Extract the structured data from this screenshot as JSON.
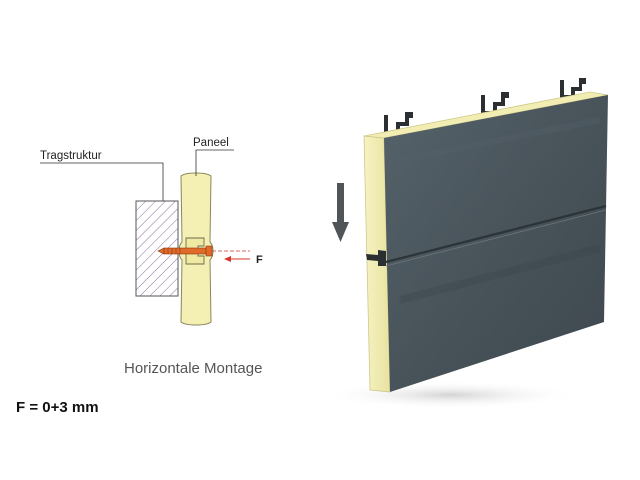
{
  "labels": {
    "support_structure": "Tragstruktur",
    "panel": "Paneel",
    "force": "F",
    "caption": "Horizontale Montage",
    "formula": "F = 0+3 mm"
  },
  "colors": {
    "panel_core": "#f4f0b4",
    "panel_core_edge": "#8a865a",
    "panel_face": "#4a5458",
    "panel_face_light": "#5d686c",
    "screw": "#e06a2a",
    "force_arrow": "#d9342b",
    "direction_arrow": "#4f5559",
    "hatch": "#8b6f9c",
    "bracket": "#2b2f32"
  },
  "icons": {
    "mount_arrow": "arrow-down-icon",
    "force_arrow": "arrow-left-icon",
    "bracket": "z-bracket-icon"
  }
}
